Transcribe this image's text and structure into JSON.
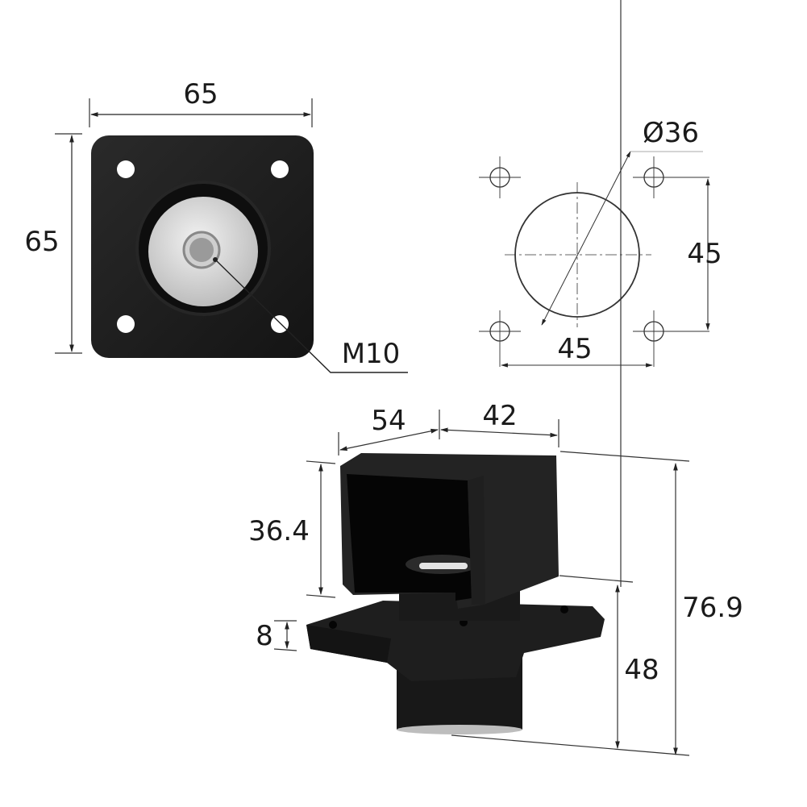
{
  "top_view": {
    "width_label": "65",
    "height_label": "65",
    "thread_label": "M10"
  },
  "hole_pattern": {
    "diameter_label": "Ø36",
    "vertical_spacing_label": "45",
    "horizontal_spacing_label": "45"
  },
  "side_view": {
    "depth_label": "54",
    "width_label": "42",
    "bracket_height_label": "36.4",
    "plate_thickness_label": "8",
    "base_height_label": "48",
    "total_height_label": "76.9"
  },
  "colors": {
    "part": "#1c1c1c",
    "metal": "#d8d8d8",
    "line": "#222222"
  }
}
